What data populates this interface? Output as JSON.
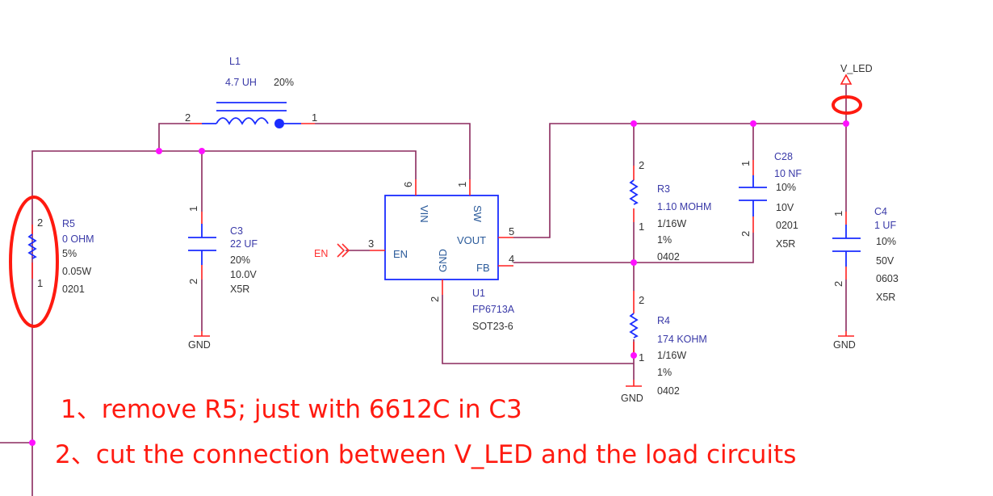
{
  "components": {
    "L1": {
      "ref": "L1",
      "value": "4.7 UH",
      "tolerance": "20%",
      "pin_left": "2",
      "pin_right": "1"
    },
    "R5": {
      "ref": "R5",
      "value": "0 OHM",
      "tolerance": "5%",
      "power": "0.05W",
      "package": "0201",
      "pin_top": "2",
      "pin_bottom": "1"
    },
    "C3": {
      "ref": "C3",
      "value": "22 UF",
      "tolerance": "20%",
      "voltage": "10.0V",
      "dielectric": "X5R",
      "pin_top": "1",
      "pin_bottom": "2"
    },
    "U1": {
      "ref": "U1",
      "part": "FP6713A",
      "package": "SOT23-6",
      "pins": {
        "vin": "VIN",
        "sw": "SW",
        "en": "EN",
        "gnd": "GND",
        "vout": "VOUT",
        "fb": "FB"
      },
      "pin_numbers": {
        "vin": "6",
        "sw": "1",
        "en": "3",
        "gnd": "2",
        "vout": "5",
        "fb": "4"
      }
    },
    "R3": {
      "ref": "R3",
      "value": "1.10 MOHM",
      "power": "1/16W",
      "tolerance": "1%",
      "package": "0402",
      "pin_top": "2",
      "pin_bottom": "1"
    },
    "R4": {
      "ref": "R4",
      "value": "174 KOHM",
      "power": "1/16W",
      "tolerance": "1%",
      "package": "0402",
      "pin_top": "2",
      "pin_bottom": "1"
    },
    "C28": {
      "ref": "C28",
      "value": "10 NF",
      "tolerance": "10%",
      "voltage": "10V",
      "package": "0201",
      "dielectric": "X5R",
      "pin_top": "1",
      "pin_bottom": "2"
    },
    "C4": {
      "ref": "C4",
      "value": "1 UF",
      "tolerance": "10%",
      "voltage": "50V",
      "package": "0603",
      "dielectric": "X5R",
      "pin_top": "1",
      "pin_bottom": "2"
    }
  },
  "nets": {
    "en": "EN",
    "vled": "V_LED",
    "gnd": "GND"
  },
  "annotations": {
    "note1": "1、remove R5; just with 6612C in C3",
    "note2": "2、cut the connection between V_LED and the load circuits",
    "color": "#ff1a10"
  }
}
